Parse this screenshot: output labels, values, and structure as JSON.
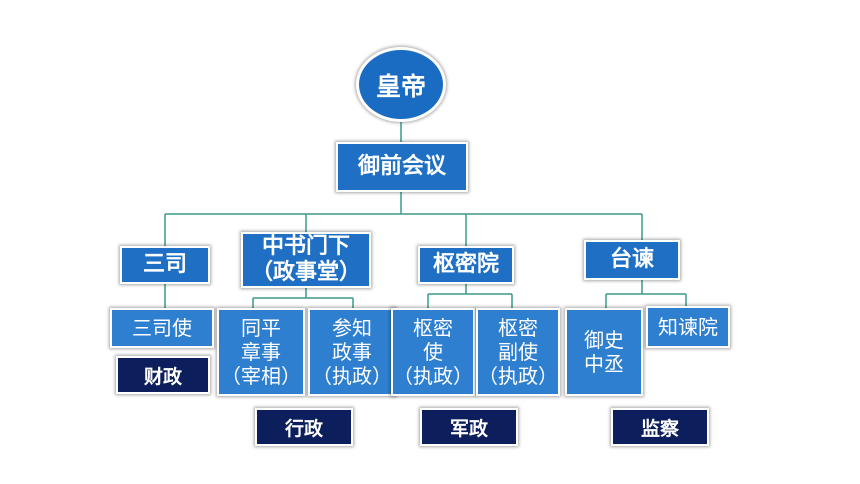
{
  "nodes": {
    "emperor": "皇帝",
    "council": "御前会议",
    "sansi": "三司",
    "zhongshu_line1": "中书门下",
    "zhongshu_line2": "（政事堂）",
    "shumi": "枢密院",
    "taijian": "台谏",
    "sansi_shi": "三司使",
    "tongping": [
      "同平",
      "章事",
      "（宰相）"
    ],
    "canzhi": [
      "参知",
      "政事",
      "（执政）"
    ],
    "shumi_shi": [
      "枢密",
      "使",
      "（执政）"
    ],
    "shumi_fushi": [
      "枢密",
      "副使",
      "（执政）"
    ],
    "yushi": [
      "御史",
      "中丞"
    ],
    "zhijian": "知谏院"
  },
  "tags": {
    "finance": "财政",
    "admin": "行政",
    "military": "军政",
    "supervision": "监察"
  },
  "colors": {
    "node": "#1f6fc5",
    "tag": "#0c1f5c",
    "line": "#3a9a8c"
  }
}
